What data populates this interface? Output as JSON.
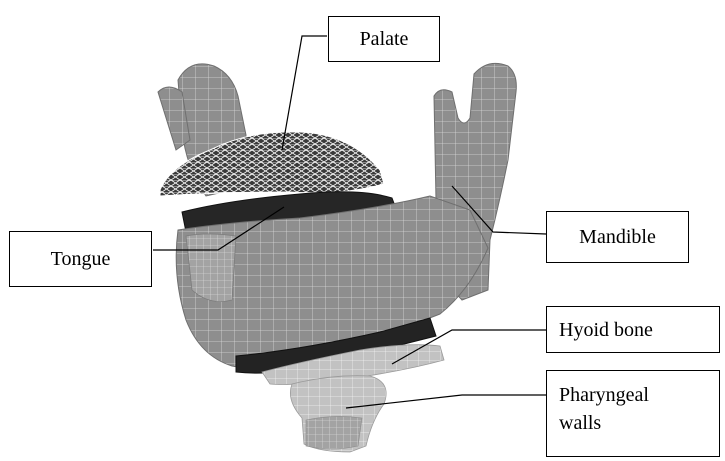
{
  "labels": {
    "palate": "Palate",
    "tongue": "Tongue",
    "mandible": "Mandible",
    "hyoid_bone": "Hyoid bone",
    "pharyngeal_line1": "Pharyngeal",
    "pharyngeal_line2": "walls"
  },
  "colors": {
    "mesh_gray": "#8e8e8e",
    "mesh_light": "#b4b4b4",
    "mesh_dark": "#2a2a2a",
    "wireframe": "#ffffff",
    "leader_line": "#000000"
  }
}
